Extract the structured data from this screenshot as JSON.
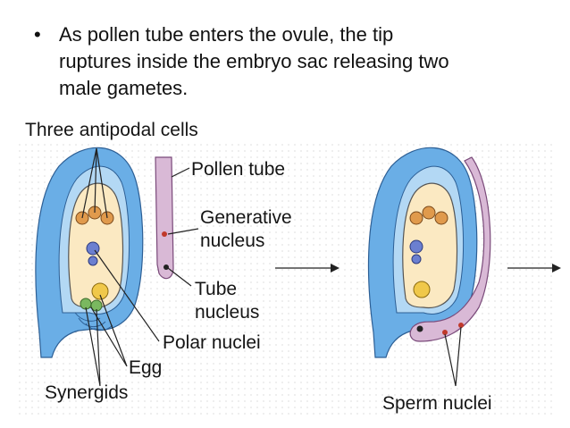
{
  "bullet": {
    "lines": [
      "As pollen tube enters the ovule, the tip",
      "ruptures inside the embryo sac releasing two",
      "male gametes."
    ]
  },
  "labels": {
    "antipodal": "Three antipodal cells",
    "pollen_tube": "Pollen tube",
    "generative_1": "Generative",
    "generative_2": "nucleus",
    "tube_1": "Tube",
    "tube_2": "nucleus",
    "polar": "Polar nuclei",
    "egg": "Egg",
    "synergids": "Synergids",
    "sperm": "Sperm nuclei"
  },
  "colors": {
    "integument": "#6aaee6",
    "integument_light": "#b3d8f4",
    "embryo_sac": "#fbe9c2",
    "pollen_tube": "#d9b9d6",
    "antipodal": "#e09a4c",
    "polar": "#6b7fd0",
    "egg": "#f0c84a",
    "synergid": "#7ab860"
  }
}
